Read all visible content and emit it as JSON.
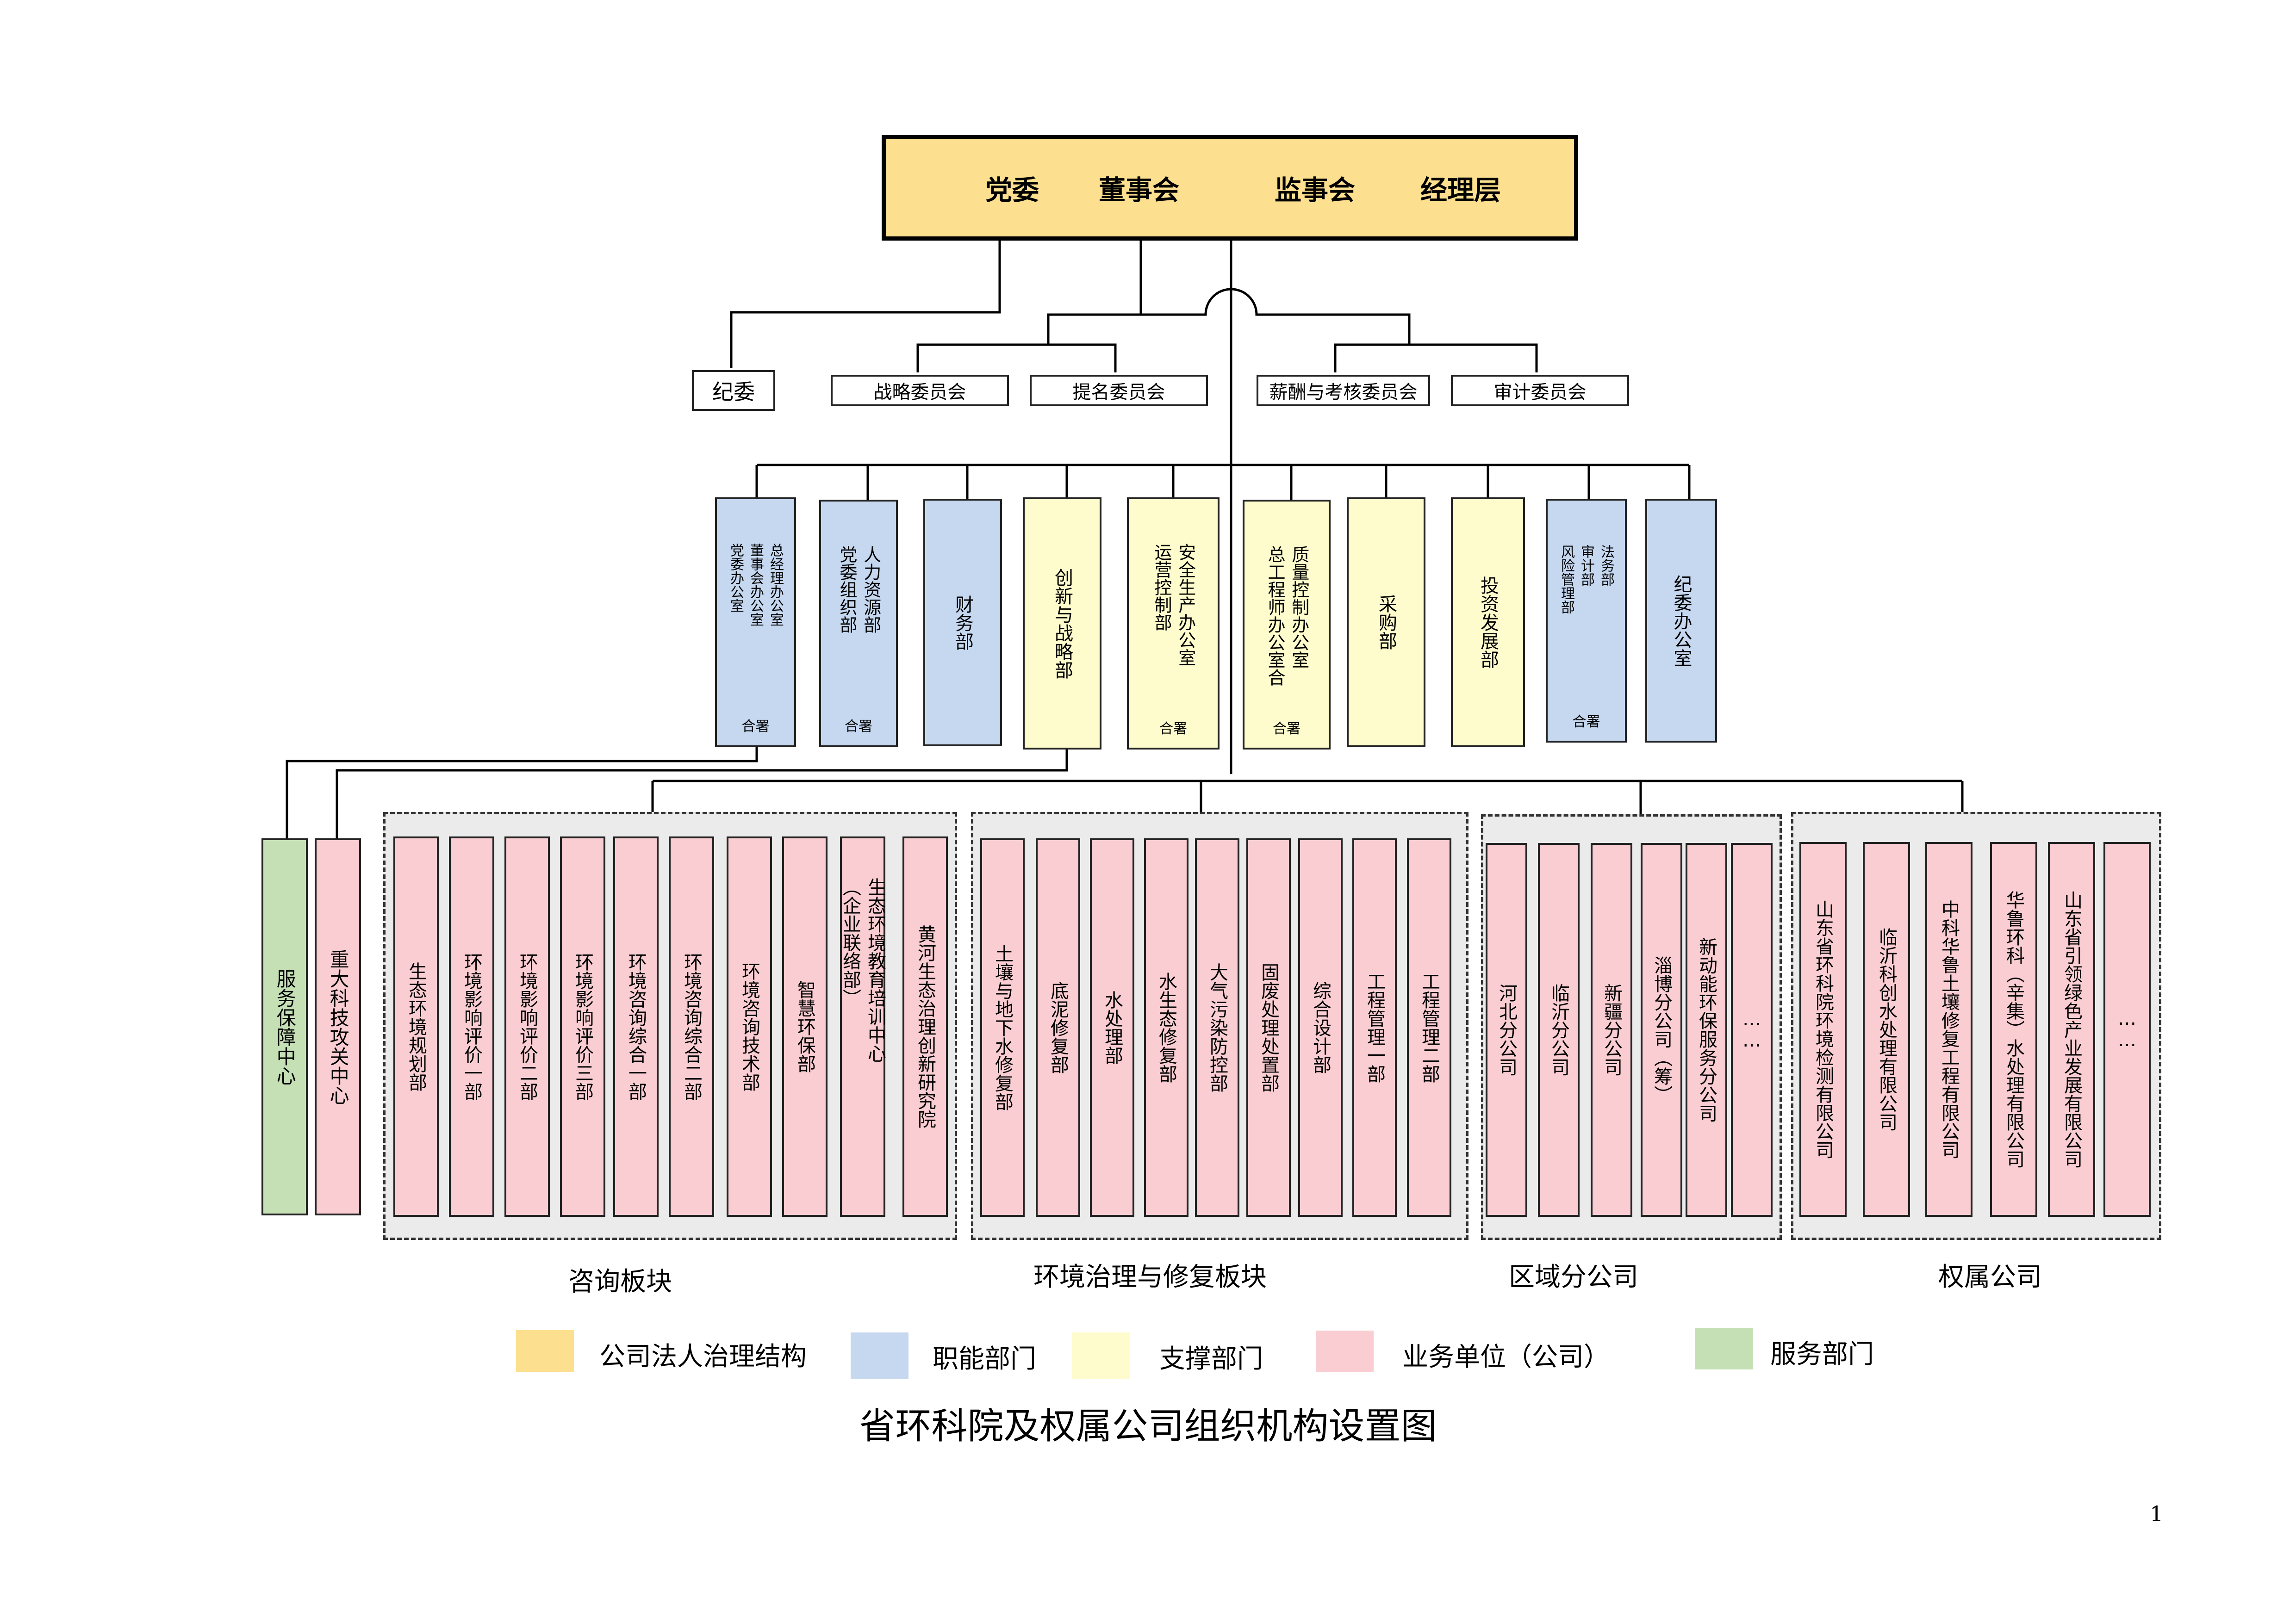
{
  "colors": {
    "governance": "#fde08f",
    "functional": "#c6d8f0",
    "support": "#fefccc",
    "business": "#f9cdd2",
    "service": "#c6e0b6",
    "region_bg": "#ebebeb"
  },
  "top_box": {
    "items": [
      "党委",
      "董事会",
      "监事会",
      "经理层"
    ]
  },
  "committees": {
    "jiwei": "纪委",
    "strategy": "战略委员会",
    "nomination": "提名委员会",
    "salary": "薪酬与考核委员会",
    "audit": "审计委员会"
  },
  "departments": [
    {
      "cols": [
        "总经理办公室",
        "董事会办公室",
        "党委办公室"
      ],
      "note": "合署",
      "type": "functional"
    },
    {
      "cols": [
        "人力资源部",
        "党委组织部"
      ],
      "note": "合署",
      "type": "functional"
    },
    {
      "cols": [
        "财务部"
      ],
      "note": "",
      "type": "functional"
    },
    {
      "cols": [
        "创新与战略部"
      ],
      "note": "",
      "type": "support"
    },
    {
      "cols": [
        "安全生产办公室",
        "运营控制部"
      ],
      "note": "合署",
      "type": "support"
    },
    {
      "cols": [
        "质量控制办公室",
        "总工程师办公室合"
      ],
      "note": "合署",
      "type": "support"
    },
    {
      "cols": [
        "采购部"
      ],
      "note": "",
      "type": "support"
    },
    {
      "cols": [
        "投资发展部"
      ],
      "note": "",
      "type": "support"
    },
    {
      "cols": [
        "法务部",
        "审计部",
        "风险管理部"
      ],
      "note": "合署",
      "type": "functional"
    },
    {
      "cols": [
        "纪委办公室"
      ],
      "note": "",
      "type": "functional"
    }
  ],
  "left_units": [
    {
      "text": "服务保障中心",
      "type": "service"
    },
    {
      "text": "重大科技攻关中心",
      "type": "business"
    }
  ],
  "groups": [
    {
      "label": "咨询板块",
      "items": [
        {
          "cols": [
            "生态环境规划部"
          ]
        },
        {
          "cols": [
            "环境影响评价一部"
          ]
        },
        {
          "cols": [
            "环境影响评价二部"
          ]
        },
        {
          "cols": [
            "环境影响评价三部"
          ]
        },
        {
          "cols": [
            "环境咨询综合一部"
          ]
        },
        {
          "cols": [
            "环境咨询综合二部"
          ]
        },
        {
          "cols": [
            "环境咨询技术部"
          ]
        },
        {
          "cols": [
            "智慧环保部"
          ]
        },
        {
          "cols": [
            "生态环境教育培训中心",
            "（企业联络部）"
          ]
        },
        {
          "cols": [
            "黄河生态治理创新研究院"
          ]
        }
      ]
    },
    {
      "label": "环境治理与修复板块",
      "items": [
        {
          "cols": [
            "土壤与地下水修复部"
          ]
        },
        {
          "cols": [
            "底泥修复部"
          ]
        },
        {
          "cols": [
            "水处理部"
          ]
        },
        {
          "cols": [
            "水生态修复部"
          ]
        },
        {
          "cols": [
            "大气污染防控部"
          ]
        },
        {
          "cols": [
            "固废处理处置部"
          ]
        },
        {
          "cols": [
            "综合设计部"
          ]
        },
        {
          "cols": [
            "工程管理一部"
          ]
        },
        {
          "cols": [
            "工程管理二部"
          ]
        }
      ]
    },
    {
      "label": "区域分公司",
      "items": [
        {
          "cols": [
            "河北分公司"
          ]
        },
        {
          "cols": [
            "临沂分公司"
          ]
        },
        {
          "cols": [
            "新疆分公司"
          ]
        },
        {
          "cols": [
            "淄博分公司（筹）"
          ]
        },
        {
          "cols": [
            "新动能环保服务分公司"
          ]
        },
        {
          "cols": [
            "……"
          ]
        }
      ]
    },
    {
      "label": "权属公司",
      "items": [
        {
          "cols": [
            "山东省环科院环境检测有限公司"
          ]
        },
        {
          "cols": [
            "临沂科创水处理有限公司"
          ]
        },
        {
          "cols": [
            "中科华鲁土壤修复工程有限公司"
          ]
        },
        {
          "cols": [
            "华鲁环科（辛集）水处理有限公司"
          ]
        },
        {
          "cols": [
            "山东省引领绿色产业发展有限公司"
          ]
        },
        {
          "cols": [
            "……"
          ]
        }
      ]
    }
  ],
  "legend": [
    {
      "label": "公司法人治理结构",
      "type": "governance"
    },
    {
      "label": "职能部门",
      "type": "functional"
    },
    {
      "label": "支撑部门",
      "type": "support"
    },
    {
      "label": "业务单位（公司）",
      "type": "business"
    },
    {
      "label": "服务部门",
      "type": "service"
    }
  ],
  "title": "省环科院及权属公司组织机构设置图",
  "page_number": "1"
}
